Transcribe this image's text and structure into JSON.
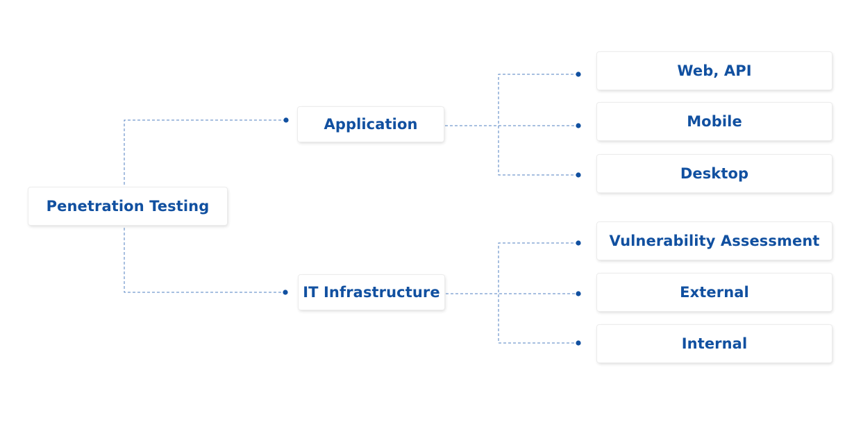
{
  "diagram": {
    "root": {
      "label": "Penetration Testing"
    },
    "branches": [
      {
        "label": "Application",
        "children": [
          "Web, API",
          "Mobile",
          "Desktop"
        ]
      },
      {
        "label": "IT Infrastructure",
        "children": [
          "Vulnerability Assessment",
          "External",
          "Internal"
        ]
      }
    ]
  },
  "colors": {
    "text": "#1150a0",
    "connector": "#4f7fc0",
    "dot": "#1150a0",
    "background": "#ffffff"
  }
}
